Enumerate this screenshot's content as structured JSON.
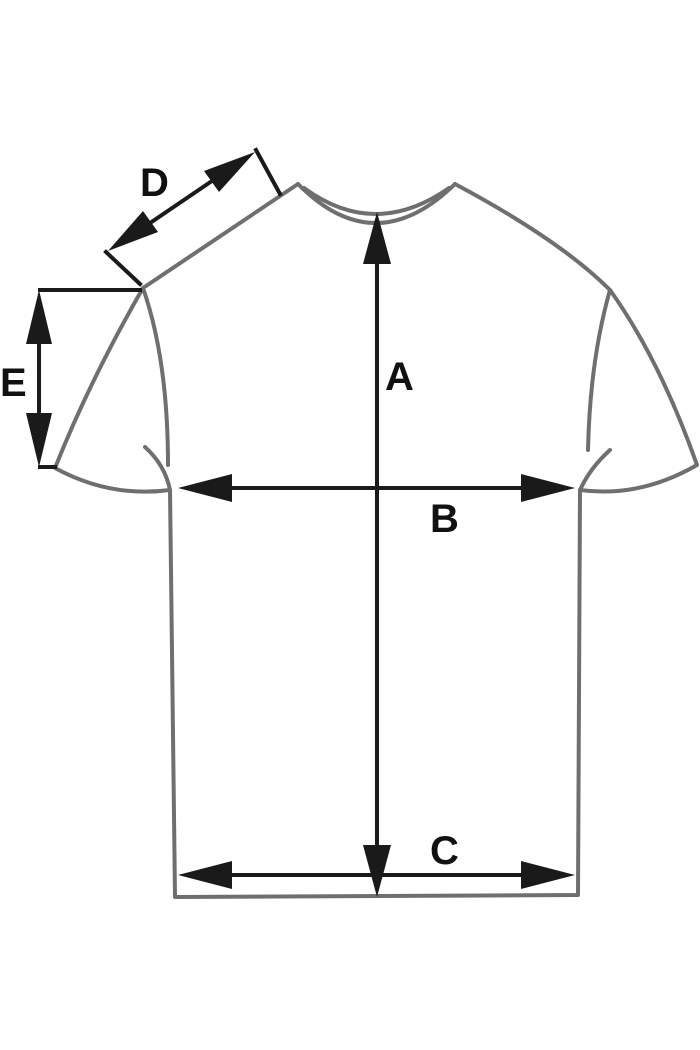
{
  "colors": {
    "outline": "#6f6f6f",
    "dimension": "#1a1a1a",
    "background": "#ffffff"
  },
  "labels": {
    "a": "A",
    "b": "B",
    "c": "C",
    "d": "D",
    "e": "E"
  }
}
